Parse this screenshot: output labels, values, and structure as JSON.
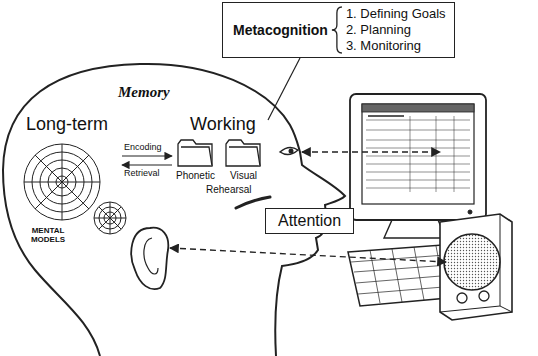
{
  "diagram": {
    "nodes": [
      {
        "text": [
          "Metacognition",
          "1. Defining Goals",
          "2. Planning",
          "3. Monitoring"
        ]
      },
      {
        "text": [
          "Attention"
        ]
      }
    ],
    "labels": [
      "Memory",
      "Long-term",
      "Working",
      "Encoding",
      "Retrieval",
      "Phonetic",
      "Visual",
      "Rehearsal",
      "MENTAL MODELS"
    ]
  }
}
